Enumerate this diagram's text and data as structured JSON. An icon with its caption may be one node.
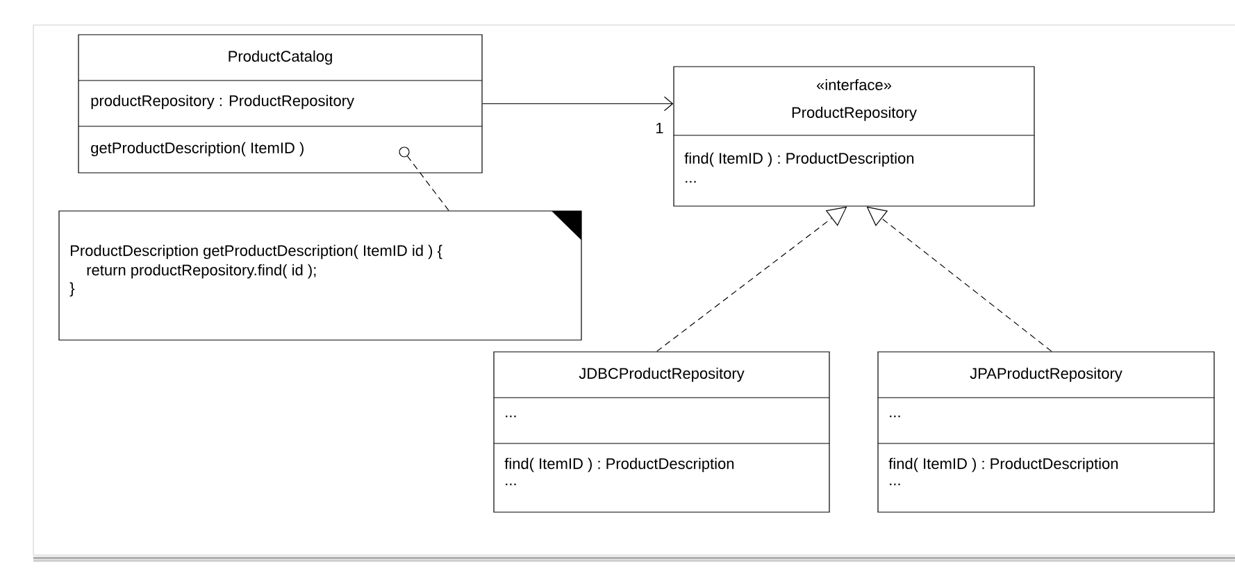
{
  "diagram": {
    "nodes": [
      {
        "text": [
          "ProductCatalog",
          "productRepository : ProductRepository",
          "getProductDescription( ItemID )"
        ]
      },
      {
        "text": [],
        "shape": "circle",
        "in": 0
      },
      {
        "text": [
          "«interface»",
          "ProductRepository",
          "find( ItemID ) : ProductDescription",
          "..."
        ]
      },
      {
        "text": [
          "ProductDescription getProductDescription( ItemID id ) {",
          "return productRepository.find( id );",
          "}"
        ]
      },
      {
        "text": [
          "JDBCProductRepository",
          "...",
          "find( ItemID ) : ProductDescription",
          "..."
        ]
      },
      {
        "text": [
          "JPAProductRepository",
          "...",
          "find( ItemID ) : ProductDescription",
          "..."
        ]
      }
    ],
    "edges": [
      {
        "from": 0,
        "to": 2,
        "arrow": "to",
        "label": "1"
      },
      {
        "from": 3,
        "to": 1,
        "arrow": "none",
        "style": "dashed"
      },
      {
        "from": 4,
        "to": 2,
        "arrow": "to",
        "style": "dashed"
      },
      {
        "from": 5,
        "to": 2,
        "arrow": "to",
        "style": "dashed"
      }
    ]
  }
}
